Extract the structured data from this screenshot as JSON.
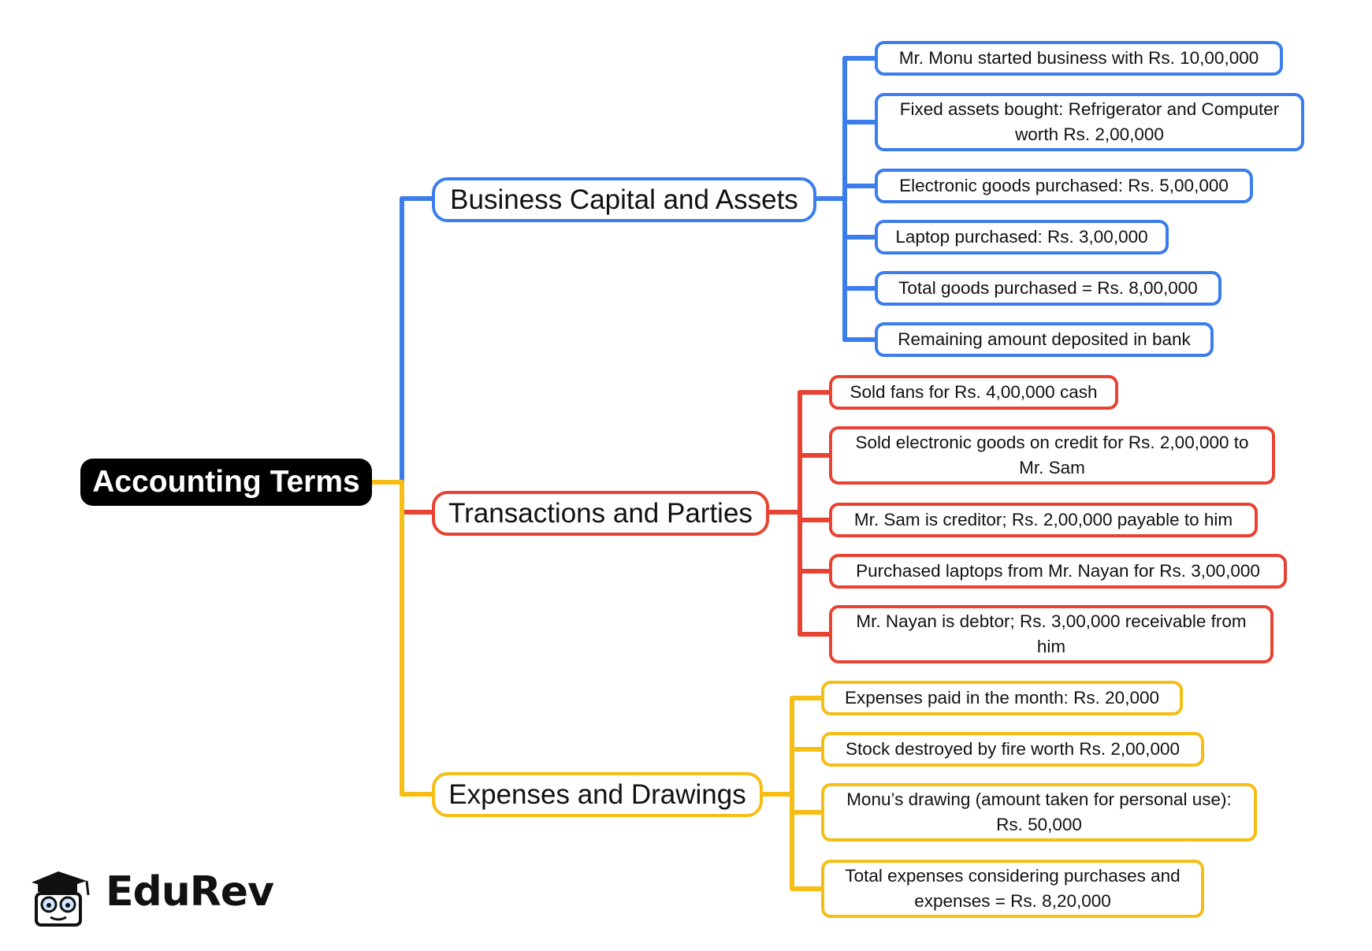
{
  "root": {
    "label": "Accounting Terms"
  },
  "colors": {
    "blue": "#3b7ded",
    "red": "#e84233",
    "yellow": "#f6bd14",
    "root_bg": "#000000"
  },
  "branches": [
    {
      "label": "Business Capital and Assets",
      "color": "blue",
      "leaves": [
        "Mr. Monu started business with Rs. 10,00,000",
        "Fixed assets bought: Refrigerator and Computer worth Rs. 2,00,000",
        "Electronic goods purchased: Rs. 5,00,000",
        "Laptop purchased: Rs. 3,00,000",
        "Total goods purchased = Rs. 8,00,000",
        "Remaining amount deposited in bank"
      ]
    },
    {
      "label": "Transactions and Parties",
      "color": "red",
      "leaves": [
        "Sold fans for Rs. 4,00,000 cash",
        "Sold electronic goods on credit for Rs. 2,00,000 to Mr. Sam",
        "Mr. Sam is creditor; Rs. 2,00,000 payable to him",
        "Purchased laptops from Mr. Nayan for Rs. 3,00,000",
        "Mr. Nayan is debtor; Rs. 3,00,000 receivable from him"
      ]
    },
    {
      "label": "Expenses and Drawings",
      "color": "yellow",
      "leaves": [
        "Expenses paid in the month: Rs. 20,000",
        "Stock destroyed by fire worth Rs. 2,00,000",
        "Monu’s drawing (amount taken for personal use): Rs. 50,000",
        "Total expenses considering purchases and expenses = Rs. 8,20,000"
      ]
    }
  ],
  "logo": {
    "text": "EduRev",
    "icon": "graduate-mascot-icon"
  }
}
